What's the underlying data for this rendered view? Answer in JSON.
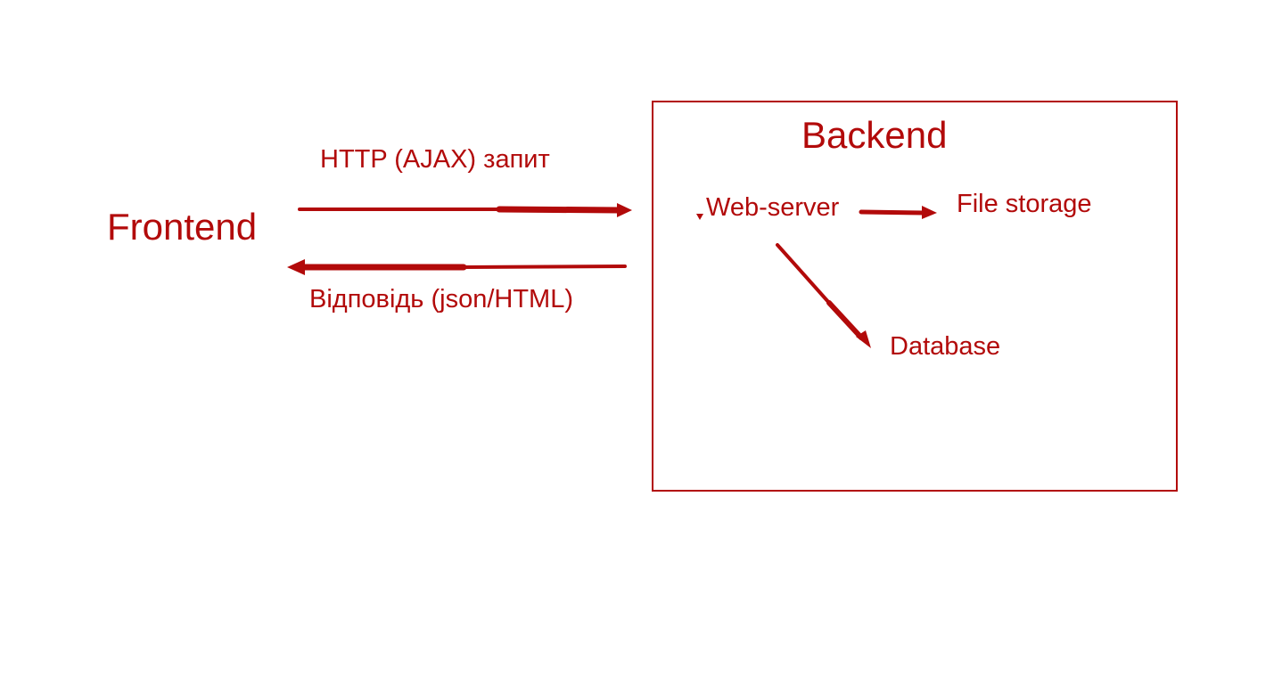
{
  "colors": {
    "accent": "#b20a0a"
  },
  "diagram": {
    "frontend": "Frontend",
    "request": "HTTP (AJAX) запит",
    "response": "Відповідь (json/HTML)",
    "backend": {
      "title": "Backend",
      "web_server": "Web-server",
      "file_storage": "File storage",
      "database": "Database"
    }
  }
}
